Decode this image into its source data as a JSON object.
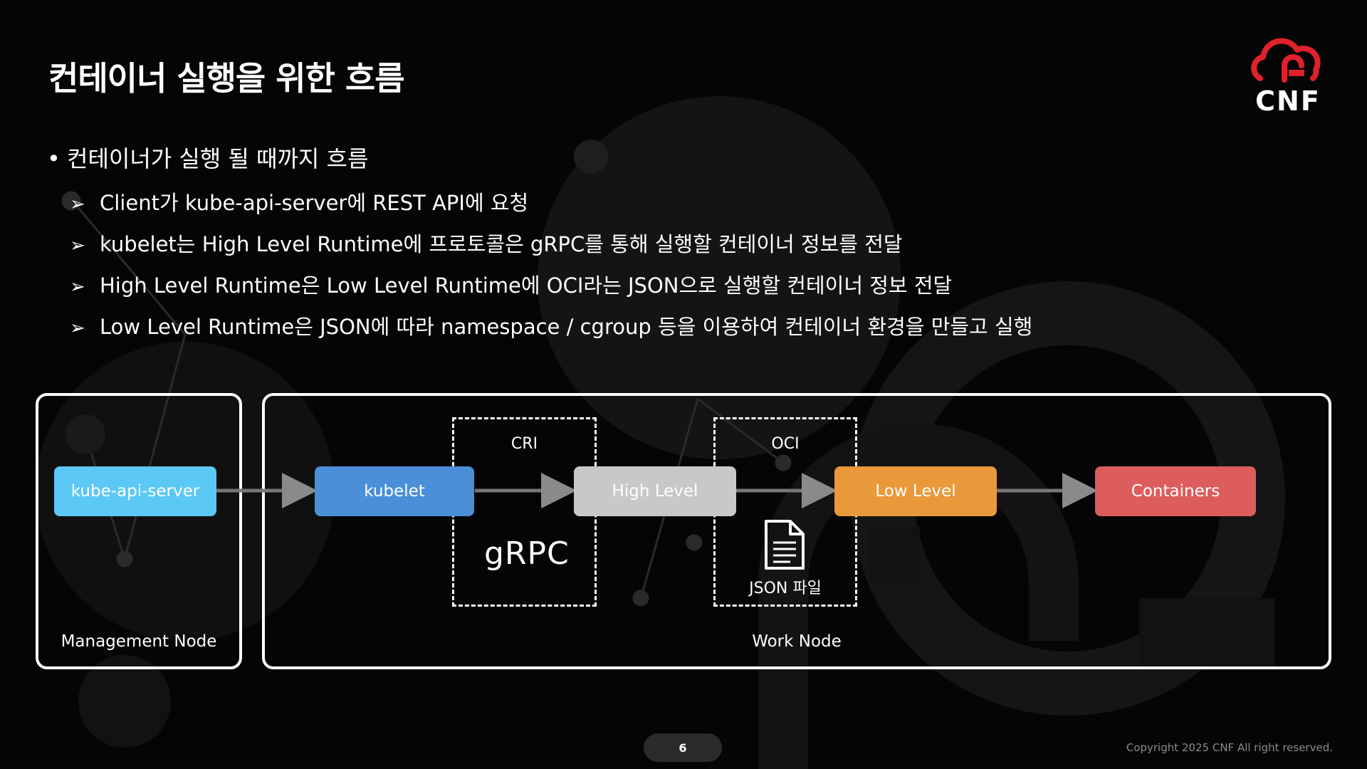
{
  "slide": {
    "title": "컨테이너 실행을 위한 흐름",
    "logo_text": "CNF",
    "bullet": "컨테이너가 실행 될 때까지 흐름",
    "sub_bullets": [
      "Client가 kube-api-server에 REST API에 요청",
      "kubelet는 High Level Runtime에 프로토콜은  gRPC를 통해 실행할 컨테이너 정보를 전달",
      "High Level Runtime은 Low Level Runtime에 OCI라는 JSON으로 실행할 컨테이너 정보 전달",
      "Low Level Runtime은 JSON에 따라 namespace / cgroup 등을 이용하여 컨테이너 환경을 만들고 실행"
    ],
    "page_number": "6",
    "copyright": "Copyright 2025 CNF All right reserved."
  },
  "diagram": {
    "management_node_label": "Management Node",
    "work_node_label": "Work Node",
    "cri_label": "CRI",
    "oci_label": "OCI",
    "grpc_label": "gRPC",
    "json_file_label": "JSON 파일",
    "components": [
      {
        "label": "kube-api-server",
        "color": "#5bc8f5"
      },
      {
        "label": "kubelet",
        "color": "#4a8fd8"
      },
      {
        "label": "High Level",
        "color": "#c8c8c8"
      },
      {
        "label": "Low Level",
        "color": "#e9983a"
      },
      {
        "label": "Containers",
        "color": "#dd5d5d"
      }
    ],
    "arrow_color": "#777777"
  },
  "icons": {
    "logo": "cloud-logo-icon",
    "bullet": "bullet-dot-icon",
    "sub_bullet": "arrowhead-bullet-icon",
    "document": "document-icon"
  },
  "colors": {
    "background": "#050505",
    "logo_red": "#e0202a"
  }
}
